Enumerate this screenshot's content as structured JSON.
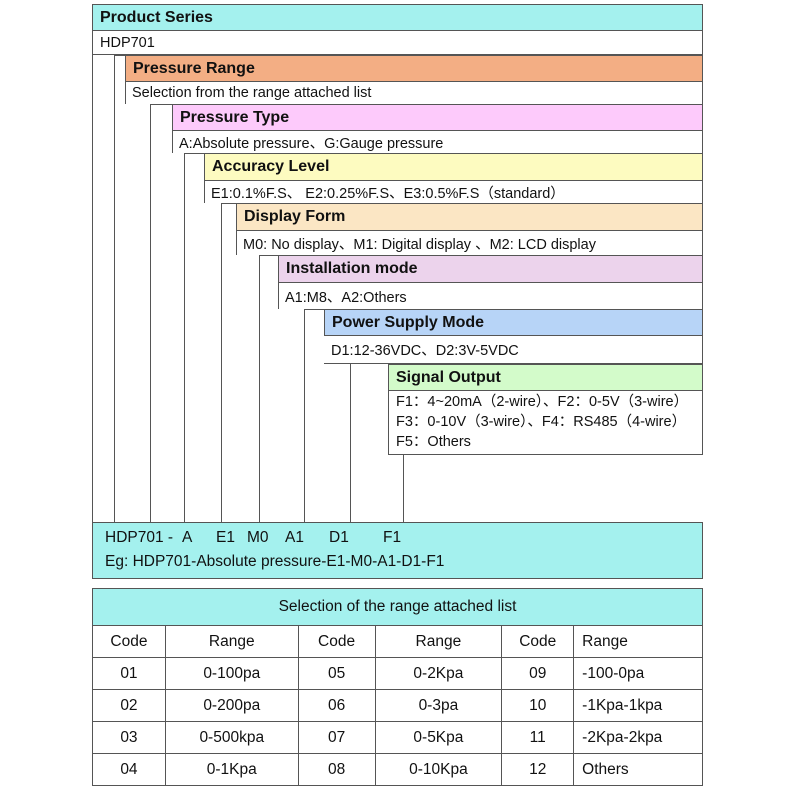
{
  "product_series": {
    "header": "Product Series",
    "value": "HDP701"
  },
  "pressure_range": {
    "header": "Pressure Range",
    "value": "Selection from the range attached list"
  },
  "pressure_type": {
    "header": "Pressure Type",
    "value": "A:Absolute pressure、G:Gauge pressure"
  },
  "accuracy_level": {
    "header": "Accuracy Level",
    "value": "E1:0.1%F.S、 E2:0.25%F.S、E3:0.5%F.S（standard）"
  },
  "display_form": {
    "header": "Display Form",
    "value": "M0: No display、M1: Digital display 、M2: LCD display"
  },
  "installation_mode": {
    "header": "Installation mode",
    "value": "A1:M8、A2:Others"
  },
  "power_supply_mode": {
    "header": "Power Supply Mode",
    "value": "D1:12-36VDC、D2:3V-5VDC"
  },
  "signal_output": {
    "header": "Signal Output",
    "lines": [
      "F1：4~20mA（2-wire）、F2：0-5V（3-wire）",
      "F3：0-10V（3-wire）、F4：RS485（4-wire）",
      "F5：Others"
    ]
  },
  "model_code": {
    "parts": [
      "HDP701 -",
      "A",
      "E1",
      "M0",
      "A1",
      "D1",
      "F1"
    ],
    "example": "Eg: HDP701-Absolute pressure-E1-M0-A1-D1-F1"
  },
  "range_table": {
    "title": "Selection of the range attached list",
    "headers": [
      "Code",
      "Range",
      "Code",
      "Range",
      "Code",
      "Range"
    ],
    "rows": [
      [
        "01",
        "0-100pa",
        "05",
        "0-2Kpa",
        "09",
        "-100-0pa"
      ],
      [
        "02",
        "0-200pa",
        "06",
        "0-3pa",
        "10",
        "-1Kpa-1kpa"
      ],
      [
        "03",
        "0-500kpa",
        "07",
        "0-5Kpa",
        "11",
        "-2Kpa-2kpa"
      ],
      [
        "04",
        "0-1Kpa",
        "08",
        "0-10Kpa",
        "12",
        "Others"
      ]
    ]
  },
  "colors": {
    "product_series": "#a4f1ee",
    "pressure_range": "#f3ae84",
    "pressure_type": "#fdcafb",
    "accuracy_level": "#fdfbc0",
    "display_form": "#fbe6c4",
    "installation_mode": "#ecd3ec",
    "power_supply_mode": "#b7d4f7",
    "signal_output": "#d3fbca",
    "code_box": "#a4f1ee"
  }
}
